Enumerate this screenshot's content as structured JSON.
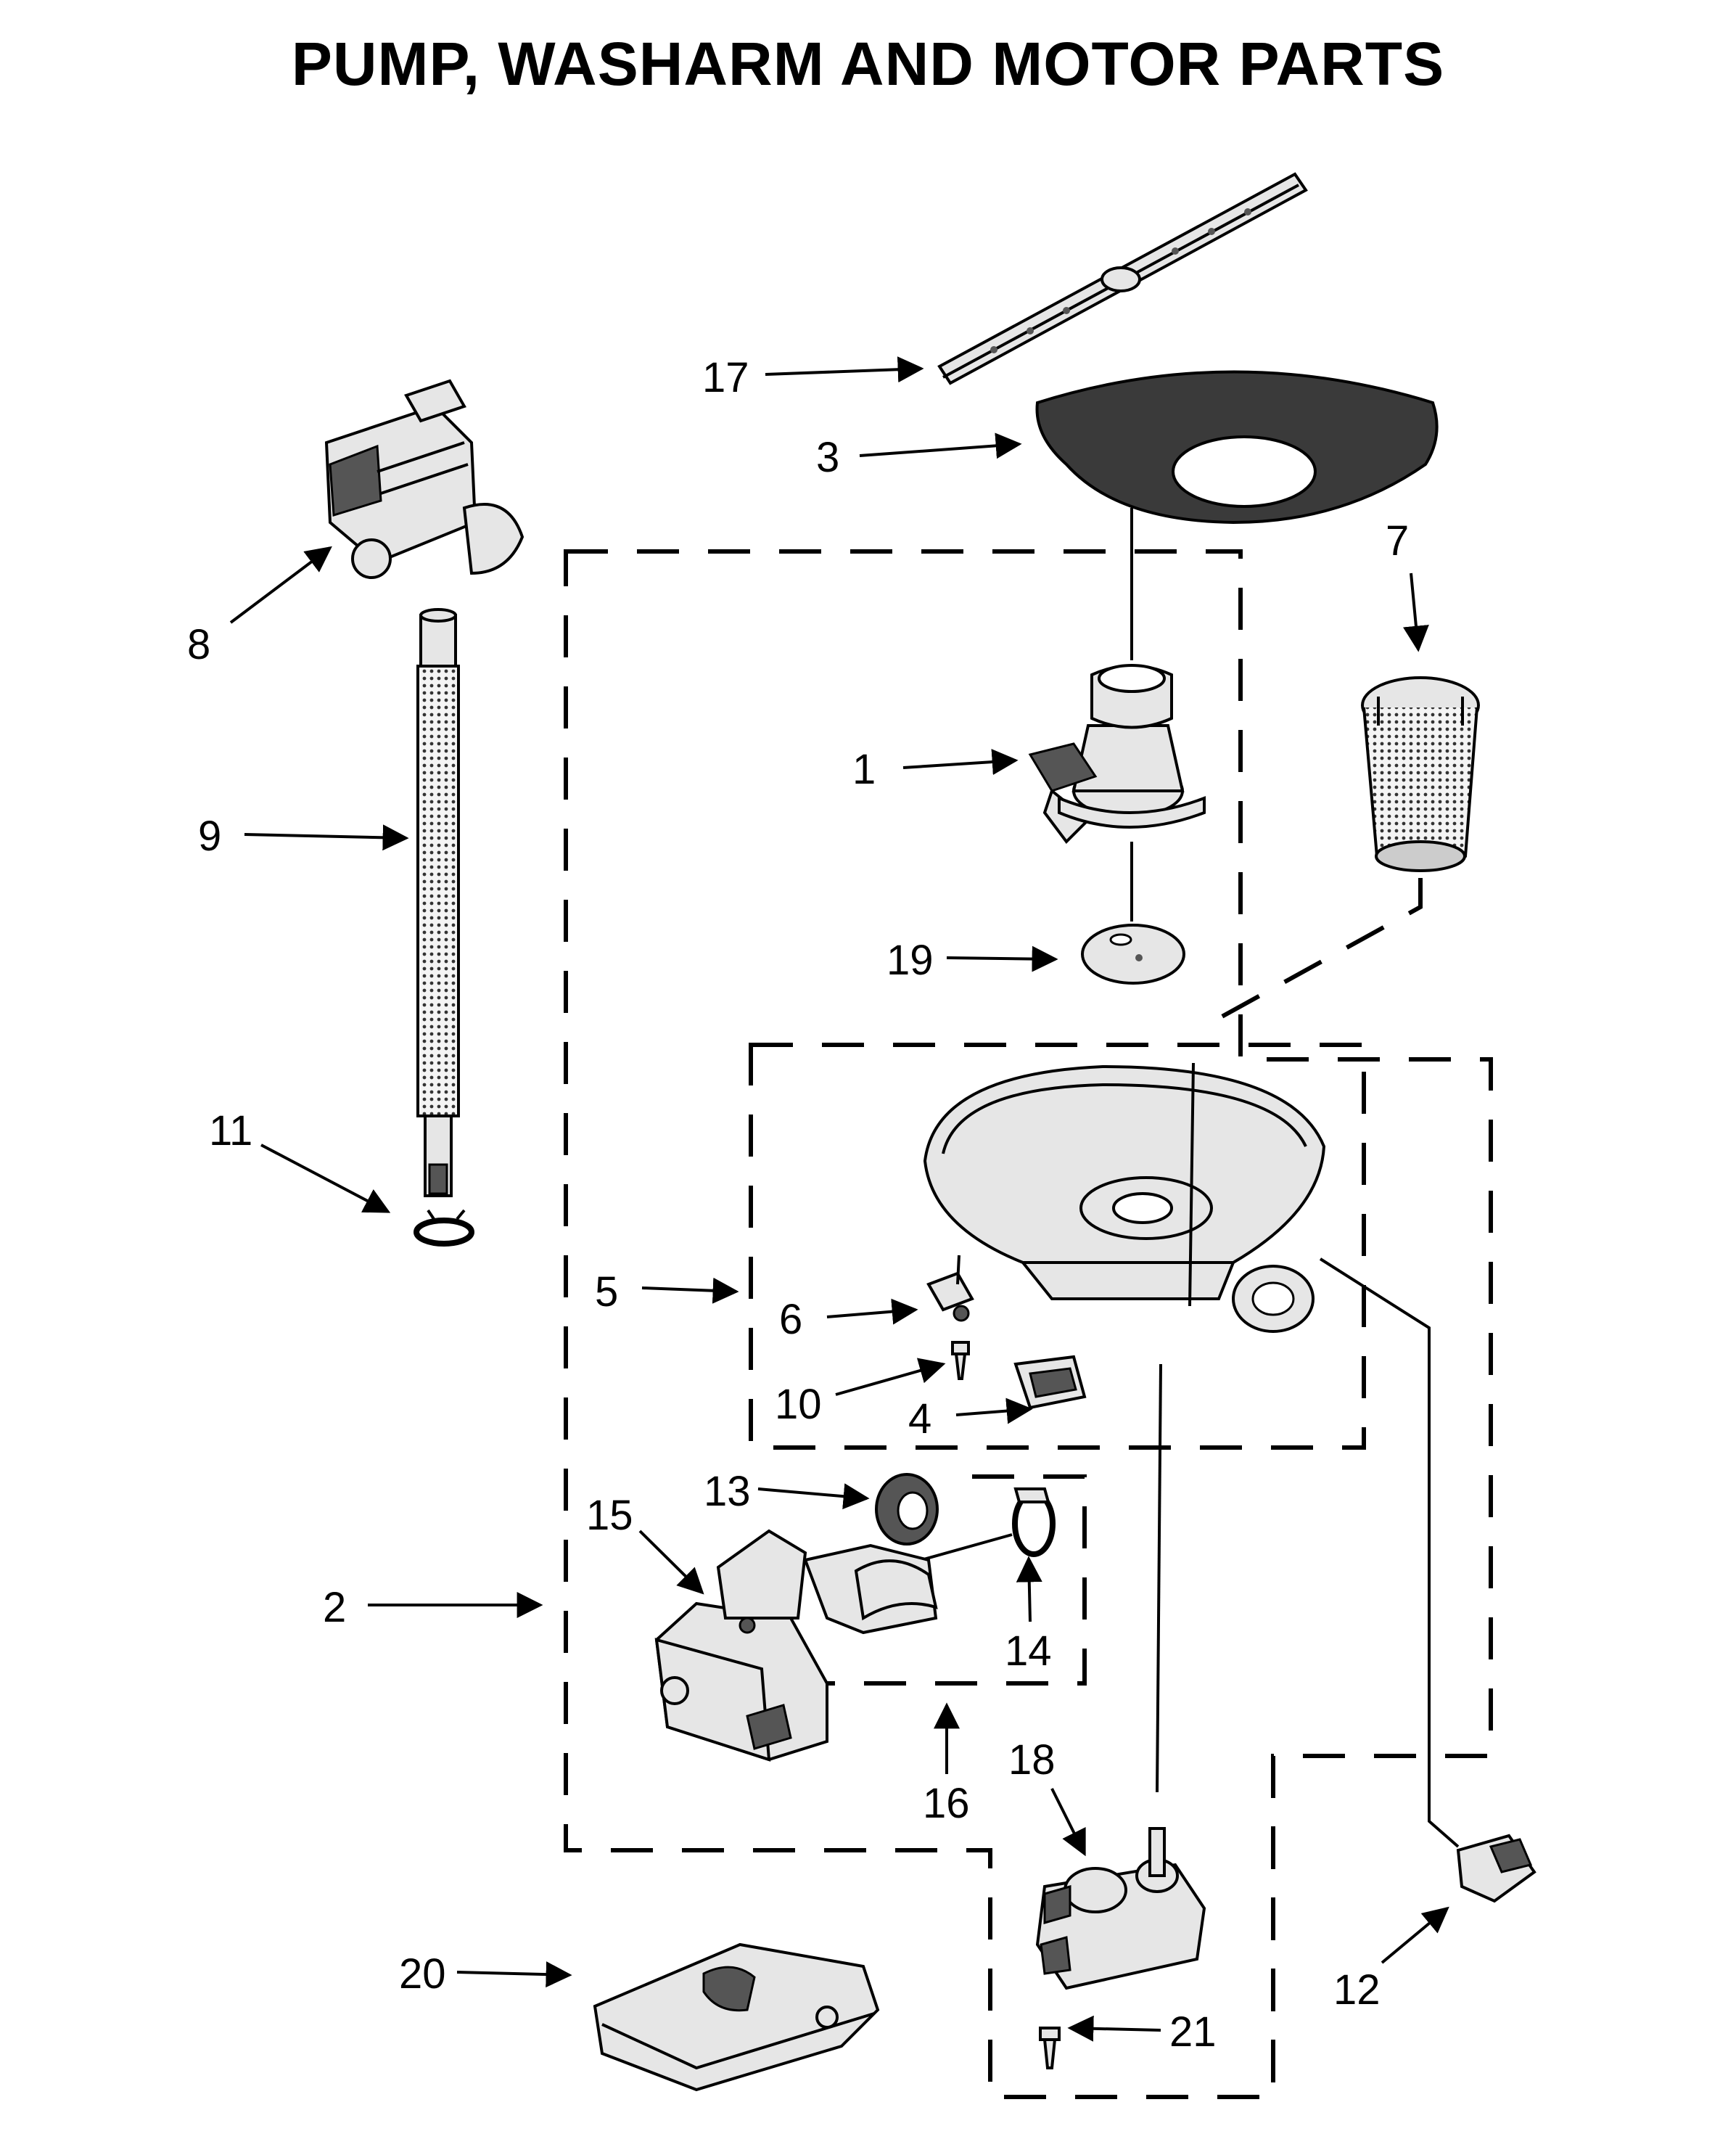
{
  "title": "PUMP, WASHARM AND MOTOR PARTS",
  "callouts": {
    "c1": "1",
    "c2": "2",
    "c3": "3",
    "c4": "4",
    "c5": "5",
    "c6": "6",
    "c7": "7",
    "c8": "8",
    "c9": "9",
    "c10": "10",
    "c11": "11",
    "c12": "12",
    "c13": "13",
    "c14": "14",
    "c15": "15",
    "c16": "16",
    "c17": "17",
    "c18": "18",
    "c19": "19",
    "c20": "20",
    "c21": "21"
  },
  "colors": {
    "line": "#000000",
    "part_fill": "#e6e6e6",
    "part_dark": "#555555",
    "background": "#ffffff"
  }
}
